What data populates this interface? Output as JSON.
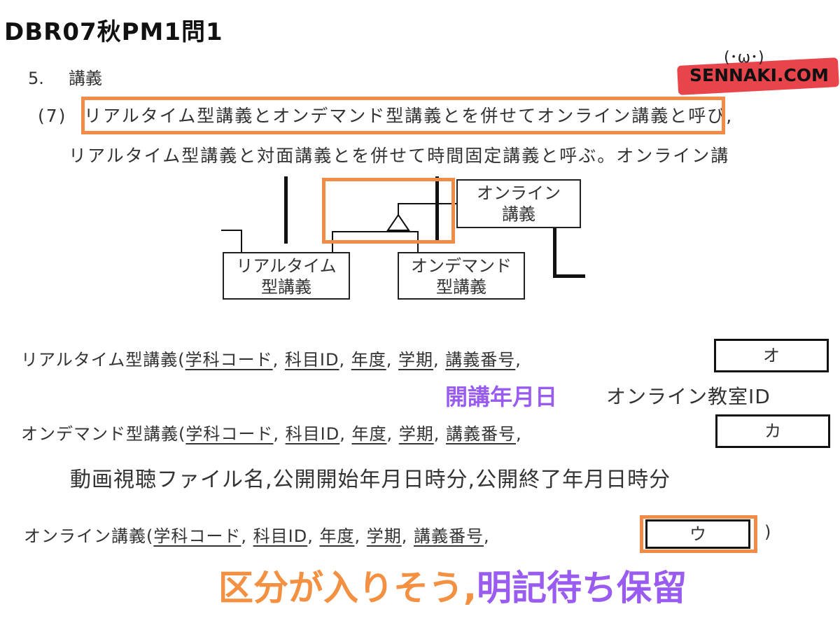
{
  "header": {
    "title": "DBR07秋PM1問1"
  },
  "logo": {
    "face": "(･ω･)",
    "text": "SENNAKI.COM",
    "band_color": "#e8444c"
  },
  "section": {
    "number": "5.",
    "title": "講義"
  },
  "paragraph": {
    "label": "(7)",
    "line1_highlight": "リアルタイム型講義とオンデマンド型講義とを併せてオンライン講義",
    "line1_rest": "と呼び,",
    "line2": "リアルタイム型講義と対面講義とを併せて時間固定講義と呼ぶ。オンライン講"
  },
  "diagram": {
    "entities": [
      {
        "id": "online",
        "label_line1": "オンライン",
        "label_line2": "講義"
      },
      {
        "id": "realtime",
        "label_line1": "リアルタイム",
        "label_line2": "型講義"
      },
      {
        "id": "ondemand",
        "label_line1": "オンデマンド",
        "label_line2": "型講義"
      }
    ]
  },
  "relations": {
    "realtime": {
      "name": "リアルタイム型講義(",
      "attrs": [
        "学科コード",
        "科目ID",
        "年度",
        "学期",
        "講義番号"
      ],
      "blank": "オ",
      "extra_handwritten": "開講年月日",
      "extra_attrs": "オンライン教室ID"
    },
    "ondemand": {
      "name": "オンデマンド型講義(",
      "attrs": [
        "学科コード",
        "科目ID",
        "年度",
        "学期",
        "講義番号"
      ],
      "blank": "カ",
      "extra_attrs": "動画視聴ファイル名,公開開始年月日時分,公開終了年月日時分"
    },
    "online": {
      "name": "オンライン講義(",
      "attrs": [
        "学科コード",
        "科目ID",
        "年度",
        "学期",
        "講義番号"
      ],
      "blank": "ウ",
      "close": ")"
    }
  },
  "annotation": {
    "orange": "区分が入りそう,",
    "purple": "明記待ち保留"
  },
  "colors": {
    "accent_orange": "#f08c47",
    "accent_purple": "#9a5cf0"
  }
}
